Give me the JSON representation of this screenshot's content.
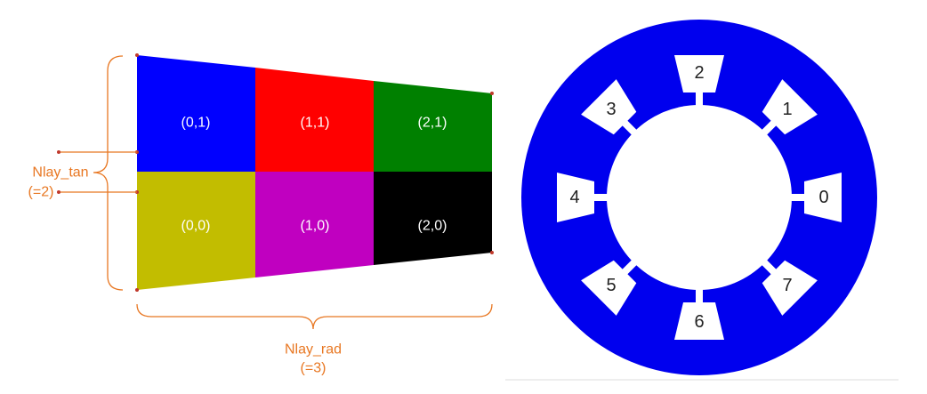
{
  "layer_grid": {
    "cells": [
      {
        "label": "(0,1)",
        "color": "#0000ff",
        "col": 0,
        "row": 1
      },
      {
        "label": "(1,1)",
        "color": "#ff0000",
        "col": 1,
        "row": 1
      },
      {
        "label": "(2,1)",
        "color": "#008000",
        "col": 2,
        "row": 1
      },
      {
        "label": "(0,0)",
        "color": "#c2bd00",
        "col": 0,
        "row": 0
      },
      {
        "label": "(1,0)",
        "color": "#c000c0",
        "col": 1,
        "row": 0
      },
      {
        "label": "(2,0)",
        "color": "#000000",
        "col": 2,
        "row": 0
      }
    ],
    "tan_label": "Nlay_tan",
    "tan_value": "(=2)",
    "rad_label": "Nlay_rad",
    "rad_value": "(=3)",
    "dimension_color": "#e87722"
  },
  "stator": {
    "ring_color": "#0000ee",
    "slot_color": "#ffffff",
    "slots": [
      "0",
      "1",
      "2",
      "3",
      "4",
      "5",
      "6",
      "7"
    ]
  }
}
